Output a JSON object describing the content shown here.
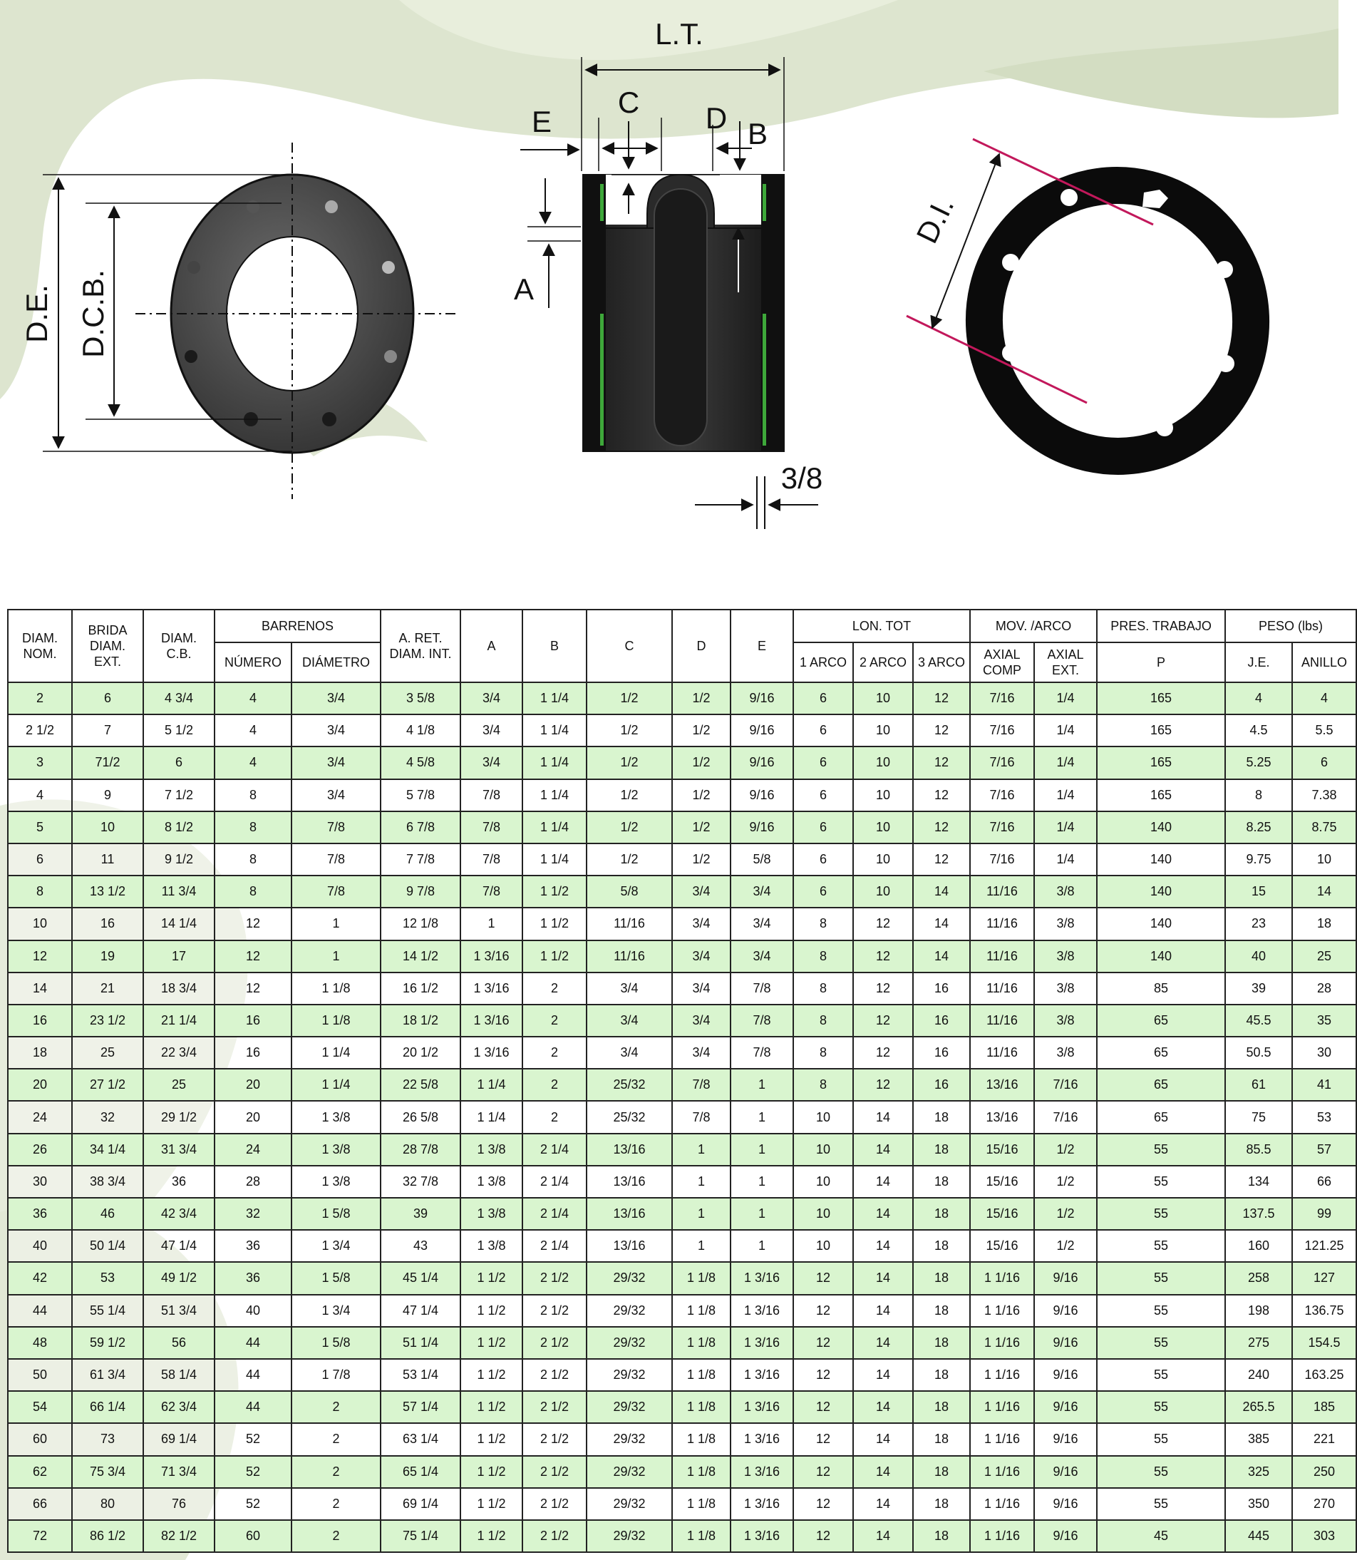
{
  "labels": {
    "de": "D.E.",
    "dcb": "D.C.B.",
    "lt": "L.T.",
    "e": "E",
    "c": "C",
    "d": "D",
    "b": "B",
    "a": "A",
    "gap": "3/8",
    "di": "D.I."
  },
  "table": {
    "headers": {
      "diam_nom": [
        "DIAM.",
        "NOM."
      ],
      "brida": [
        "BRIDA",
        "DIAM.",
        "EXT."
      ],
      "diam_cb": [
        "DIAM.",
        "C.B."
      ],
      "barrenos": "BARRENOS",
      "numero": "NÚMERO",
      "diametro": "DIÁMETRO",
      "aret": [
        "A. RET.",
        "DIAM. INT."
      ],
      "a": "A",
      "b": "B",
      "c": "C",
      "d": "D",
      "e": "E",
      "lontot": "LON. TOT",
      "arco1": "1 ARCO",
      "arco2": "2 ARCO",
      "arco3": "3 ARCO",
      "movarco": "MOV. /ARCO",
      "axial_comp": [
        "AXIAL",
        "COMP"
      ],
      "axial_ext": [
        "AXIAL",
        "EXT."
      ],
      "pres": "PRES. TRABAJO",
      "p": "P",
      "peso": "PESO (lbs)",
      "je": "J.E.",
      "anillo": "ANILLO"
    },
    "rows": [
      [
        "2",
        "6",
        "4 3/4",
        "4",
        "3/4",
        "3 5/8",
        "3/4",
        "1 1/4",
        "1/2",
        "1/2",
        "9/16",
        "6",
        "10",
        "12",
        "7/16",
        "1/4",
        "165",
        "4",
        "4"
      ],
      [
        "2 1/2",
        "7",
        "5 1/2",
        "4",
        "3/4",
        "4 1/8",
        "3/4",
        "1 1/4",
        "1/2",
        "1/2",
        "9/16",
        "6",
        "10",
        "12",
        "7/16",
        "1/4",
        "165",
        "4.5",
        "5.5"
      ],
      [
        "3",
        "71/2",
        "6",
        "4",
        "3/4",
        "4 5/8",
        "3/4",
        "1 1/4",
        "1/2",
        "1/2",
        "9/16",
        "6",
        "10",
        "12",
        "7/16",
        "1/4",
        "165",
        "5.25",
        "6"
      ],
      [
        "4",
        "9",
        "7 1/2",
        "8",
        "3/4",
        "5 7/8",
        "7/8",
        "1 1/4",
        "1/2",
        "1/2",
        "9/16",
        "6",
        "10",
        "12",
        "7/16",
        "1/4",
        "165",
        "8",
        "7.38"
      ],
      [
        "5",
        "10",
        "8 1/2",
        "8",
        "7/8",
        "6 7/8",
        "7/8",
        "1 1/4",
        "1/2",
        "1/2",
        "9/16",
        "6",
        "10",
        "12",
        "7/16",
        "1/4",
        "140",
        "8.25",
        "8.75"
      ],
      [
        "6",
        "11",
        "9 1/2",
        "8",
        "7/8",
        "7 7/8",
        "7/8",
        "1 1/4",
        "1/2",
        "1/2",
        "5/8",
        "6",
        "10",
        "12",
        "7/16",
        "1/4",
        "140",
        "9.75",
        "10"
      ],
      [
        "8",
        "13 1/2",
        "11 3/4",
        "8",
        "7/8",
        "9 7/8",
        "7/8",
        "1 1/2",
        "5/8",
        "3/4",
        "3/4",
        "6",
        "10",
        "14",
        "11/16",
        "3/8",
        "140",
        "15",
        "14"
      ],
      [
        "10",
        "16",
        "14 1/4",
        "12",
        "1",
        "12 1/8",
        "1",
        "1 1/2",
        "11/16",
        "3/4",
        "3/4",
        "8",
        "12",
        "14",
        "11/16",
        "3/8",
        "140",
        "23",
        "18"
      ],
      [
        "12",
        "19",
        "17",
        "12",
        "1",
        "14 1/2",
        "1  3/16",
        "1 1/2",
        "11/16",
        "3/4",
        "3/4",
        "8",
        "12",
        "14",
        "11/16",
        "3/8",
        "140",
        "40",
        "25"
      ],
      [
        "14",
        "21",
        "18 3/4",
        "12",
        "1 1/8",
        "16 1/2",
        "1  3/16",
        "2",
        "3/4",
        "3/4",
        "7/8",
        "8",
        "12",
        "16",
        "11/16",
        "3/8",
        "85",
        "39",
        "28"
      ],
      [
        "16",
        "23 1/2",
        "21 1/4",
        "16",
        "1 1/8",
        "18 1/2",
        "1  3/16",
        "2",
        "3/4",
        "3/4",
        "7/8",
        "8",
        "12",
        "16",
        "11/16",
        "3/8",
        "65",
        "45.5",
        "35"
      ],
      [
        "18",
        "25",
        "22 3/4",
        "16",
        "1 1/4",
        "20 1/2",
        "1  3/16",
        "2",
        "3/4",
        "3/4",
        "7/8",
        "8",
        "12",
        "16",
        "11/16",
        "3/8",
        "65",
        "50.5",
        "30"
      ],
      [
        "20",
        "27 1/2",
        "25",
        "20",
        "1 1/4",
        "22 5/8",
        "1 1/4",
        "2",
        "25/32",
        "7/8",
        "1",
        "8",
        "12",
        "16",
        "13/16",
        "7/16",
        "65",
        "61",
        "41"
      ],
      [
        "24",
        "32",
        "29 1/2",
        "20",
        "1 3/8",
        "26 5/8",
        "1 1/4",
        "2",
        "25/32",
        "7/8",
        "1",
        "10",
        "14",
        "18",
        "13/16",
        "7/16",
        "65",
        "75",
        "53"
      ],
      [
        "26",
        "34 1/4",
        "31 3/4",
        "24",
        "1 3/8",
        "28 7/8",
        "1 3/8",
        "2 1/4",
        "13/16",
        "1",
        "1",
        "10",
        "14",
        "18",
        "15/16",
        "1/2",
        "55",
        "85.5",
        "57"
      ],
      [
        "30",
        "38 3/4",
        "36",
        "28",
        "1 3/8",
        "32 7/8",
        "1 3/8",
        "2 1/4",
        "13/16",
        "1",
        "1",
        "10",
        "14",
        "18",
        "15/16",
        "1/2",
        "55",
        "134",
        "66"
      ],
      [
        "36",
        "46",
        "42 3/4",
        "32",
        "1 5/8",
        "39",
        "1 3/8",
        "2 1/4",
        "13/16",
        "1",
        "1",
        "10",
        "14",
        "18",
        "15/16",
        "1/2",
        "55",
        "137.5",
        "99"
      ],
      [
        "40",
        "50 1/4",
        "47 1/4",
        "36",
        "1 3/4",
        "43",
        "1 3/8",
        "2 1/4",
        "13/16",
        "1",
        "1",
        "10",
        "14",
        "18",
        "15/16",
        "1/2",
        "55",
        "160",
        "121.25"
      ],
      [
        "42",
        "53",
        "49 1/2",
        "36",
        "1 5/8",
        "45 1/4",
        "1 1/2",
        "2 1/2",
        "29/32",
        "1 1/8",
        "1 3/16",
        "12",
        "14",
        "18",
        "1 1/16",
        "9/16",
        "55",
        "258",
        "127"
      ],
      [
        "44",
        "55 1/4",
        "51 3/4",
        "40",
        "1 3/4",
        "47 1/4",
        "1 1/2",
        "2 1/2",
        "29/32",
        "1 1/8",
        "1 3/16",
        "12",
        "14",
        "18",
        "1 1/16",
        "9/16",
        "55",
        "198",
        "136.75"
      ],
      [
        "48",
        "59 1/2",
        "56",
        "44",
        "1 5/8",
        "51 1/4",
        "1 1/2",
        "2 1/2",
        "29/32",
        "1 1/8",
        "1 3/16",
        "12",
        "14",
        "18",
        "1 1/16",
        "9/16",
        "55",
        "275",
        "154.5"
      ],
      [
        "50",
        "61 3/4",
        "58 1/4",
        "44",
        "1 7/8",
        "53 1/4",
        "1 1/2",
        "2 1/2",
        "29/32",
        "1 1/8",
        "1 3/16",
        "12",
        "14",
        "18",
        "1 1/16",
        "9/16",
        "55",
        "240",
        "163.25"
      ],
      [
        "54",
        "66 1/4",
        "62 3/4",
        "44",
        "2",
        "57 1/4",
        "1 1/2",
        "2 1/2",
        "29/32",
        "1 1/8",
        "1 3/16",
        "12",
        "14",
        "18",
        "1 1/16",
        "9/16",
        "55",
        "265.5",
        "185"
      ],
      [
        "60",
        "73",
        "69 1/4",
        "52",
        "2",
        "63 1/4",
        "1 1/2",
        "2 1/2",
        "29/32",
        "1 1/8",
        "1 3/16",
        "12",
        "14",
        "18",
        "1 1/16",
        "9/16",
        "55",
        "385",
        "221"
      ],
      [
        "62",
        "75 3/4",
        "71 3/4",
        "52",
        "2",
        "65 1/4",
        "1 1/2",
        "2 1/2",
        "29/32",
        "1 1/8",
        "1 3/16",
        "12",
        "14",
        "18",
        "1 1/16",
        "9/16",
        "55",
        "325",
        "250"
      ],
      [
        "66",
        "80",
        "76",
        "52",
        "2",
        "69 1/4",
        "1 1/2",
        "2 1/2",
        "29/32",
        "1 1/8",
        "1 3/16",
        "12",
        "14",
        "18",
        "1 1/16",
        "9/16",
        "55",
        "350",
        "270"
      ],
      [
        "72",
        "86 1/2",
        "82 1/2",
        "60",
        "2",
        "75 1/4",
        "1 1/2",
        "2 1/2",
        "29/32",
        "1 1/8",
        "1 3/16",
        "12",
        "14",
        "18",
        "1 1/16",
        "9/16",
        "45",
        "445",
        "303"
      ]
    ]
  }
}
